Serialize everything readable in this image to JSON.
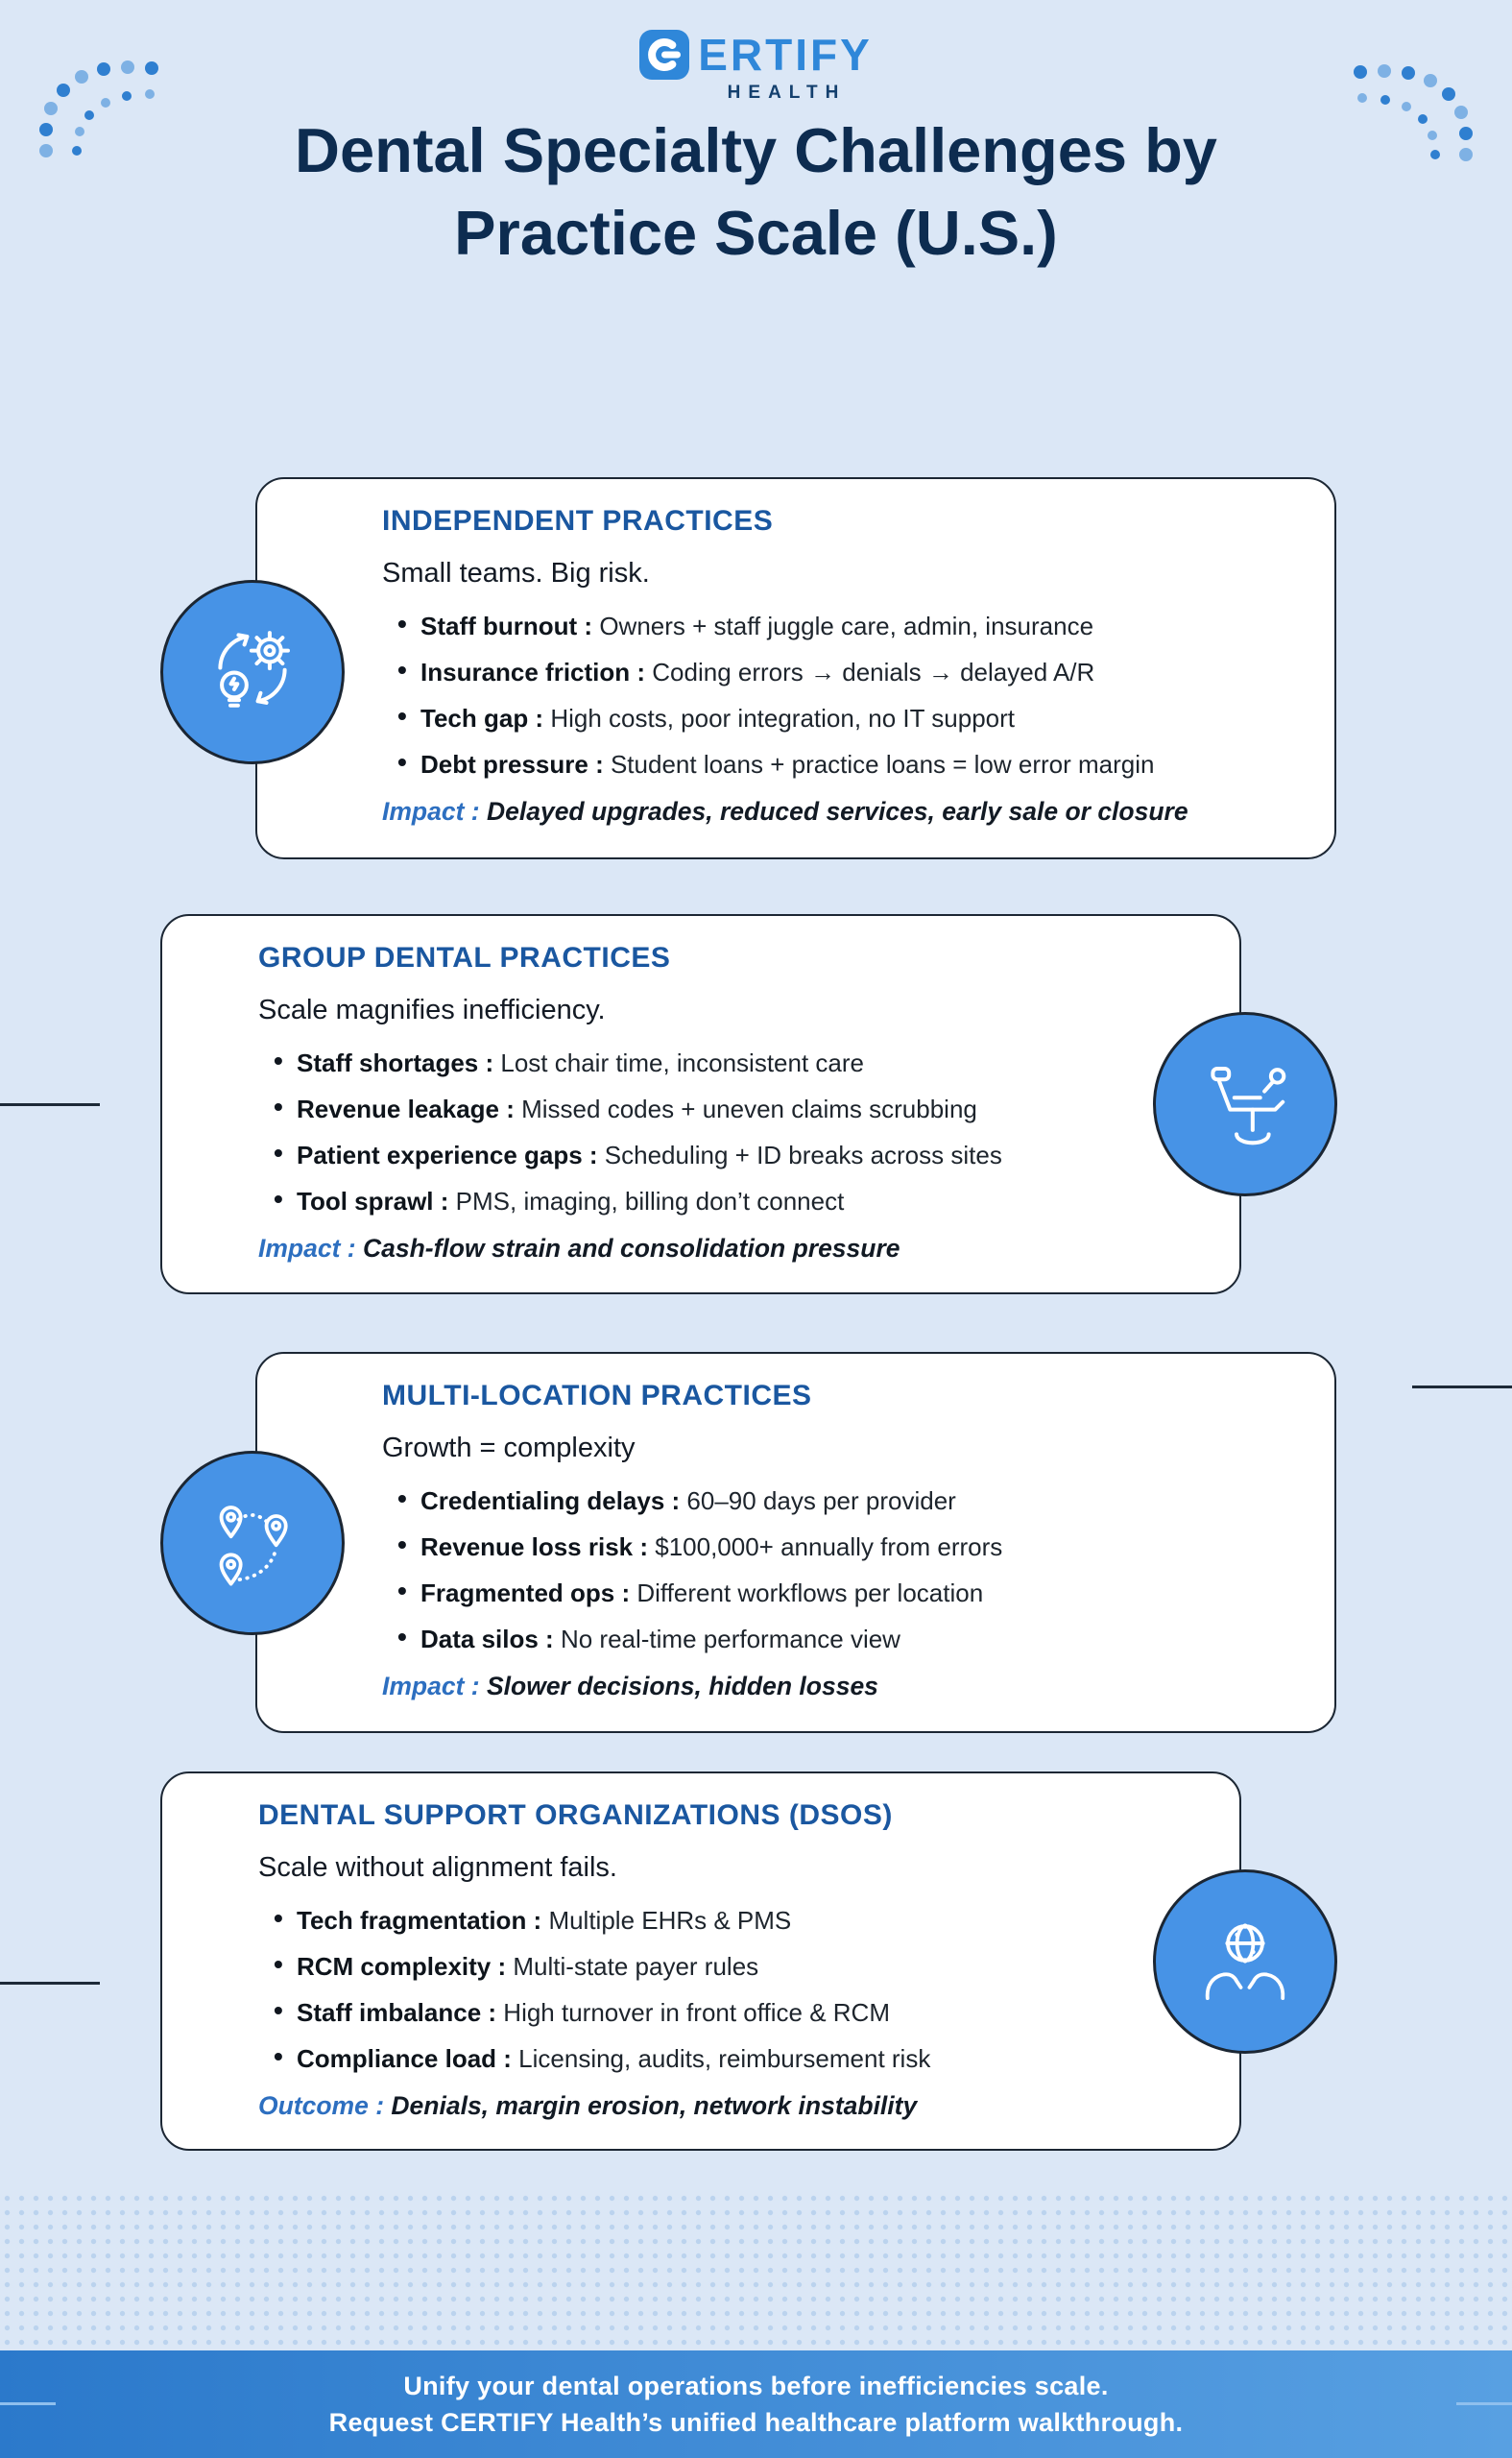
{
  "logo": {
    "brand": "ERTIFY",
    "sub": "HEALTH"
  },
  "title": {
    "line1": "Dental Specialty Challenges by",
    "line2": "Practice Scale (U.S.)"
  },
  "cards": [
    {
      "heading": "INDEPENDENT PRACTICES",
      "subtitle": "Small teams. Big risk.",
      "icon": "innovation-cycle-icon",
      "icon_side": "left",
      "bullets": [
        {
          "label": "Staff burnout :",
          "text": "Owners + staff juggle care, admin, insurance"
        },
        {
          "label": "Insurance friction :",
          "text": "Coding errors → denials → delayed A/R"
        },
        {
          "label": "Tech gap :",
          "text": "High costs, poor integration, no IT support"
        },
        {
          "label": "Debt pressure :",
          "text": "Student loans + practice loans = low error margin"
        }
      ],
      "impact_label": "Impact :",
      "impact_text": "Delayed upgrades, reduced services, early sale or closure"
    },
    {
      "heading": "GROUP DENTAL PRACTICES",
      "subtitle": "Scale magnifies inefficiency.",
      "icon": "dental-chair-icon",
      "icon_side": "right",
      "bullets": [
        {
          "label": "Staff shortages :",
          "text": "Lost chair time, inconsistent care"
        },
        {
          "label": "Revenue leakage :",
          "text": "Missed codes + uneven claims scrubbing"
        },
        {
          "label": "Patient experience gaps :",
          "text": "Scheduling + ID breaks across sites"
        },
        {
          "label": "Tool sprawl :",
          "text": "PMS, imaging, billing don’t connect"
        }
      ],
      "impact_label": "Impact :",
      "impact_text": "Cash-flow strain and consolidation pressure"
    },
    {
      "heading": "MULTI-LOCATION PRACTICES",
      "subtitle": "Growth = complexity",
      "icon": "route-locations-icon",
      "icon_side": "left",
      "bullets": [
        {
          "label": "Credentialing delays :",
          "text": "60–90 days per provider"
        },
        {
          "label": "Revenue loss risk :",
          "text": "$100,000+ annually from errors"
        },
        {
          "label": "Fragmented ops :",
          "text": "Different workflows per location"
        },
        {
          "label": "Data silos :",
          "text": "No real-time performance view"
        }
      ],
      "impact_label": "Impact :",
      "impact_text": "Slower decisions, hidden losses"
    },
    {
      "heading": "DENTAL SUPPORT ORGANIZATIONS (DSOS)",
      "subtitle": "Scale without alignment fails.",
      "icon": "network-hands-icon",
      "icon_side": "right",
      "bullets": [
        {
          "label": "Tech fragmentation :",
          "text": "Multiple EHRs & PMS"
        },
        {
          "label": "RCM complexity :",
          "text": "Multi-state payer rules"
        },
        {
          "label": "Staff imbalance :",
          "text": "High turnover in front office & RCM"
        },
        {
          "label": "Compliance load :",
          "text": "Licensing, audits, reimbursement risk"
        }
      ],
      "impact_label": "Outcome :",
      "impact_text": "Denials, margin erosion, network instability"
    }
  ],
  "footer": {
    "line1": "Unify your dental operations before inefficiencies scale.",
    "line2": "Request CERTIFY Health’s unified healthcare platform walkthrough."
  },
  "colors": {
    "background": "#dbe7f6",
    "card_heading_blue": "#1a57a0",
    "icon_circle_blue": "#4793e6",
    "impact_blue": "#2d6fc0",
    "brand_blue": "#2f87d9",
    "footer_gradient_start": "#2b79cb",
    "footer_gradient_end": "#58a0e2",
    "title_navy": "#0d2c50"
  }
}
